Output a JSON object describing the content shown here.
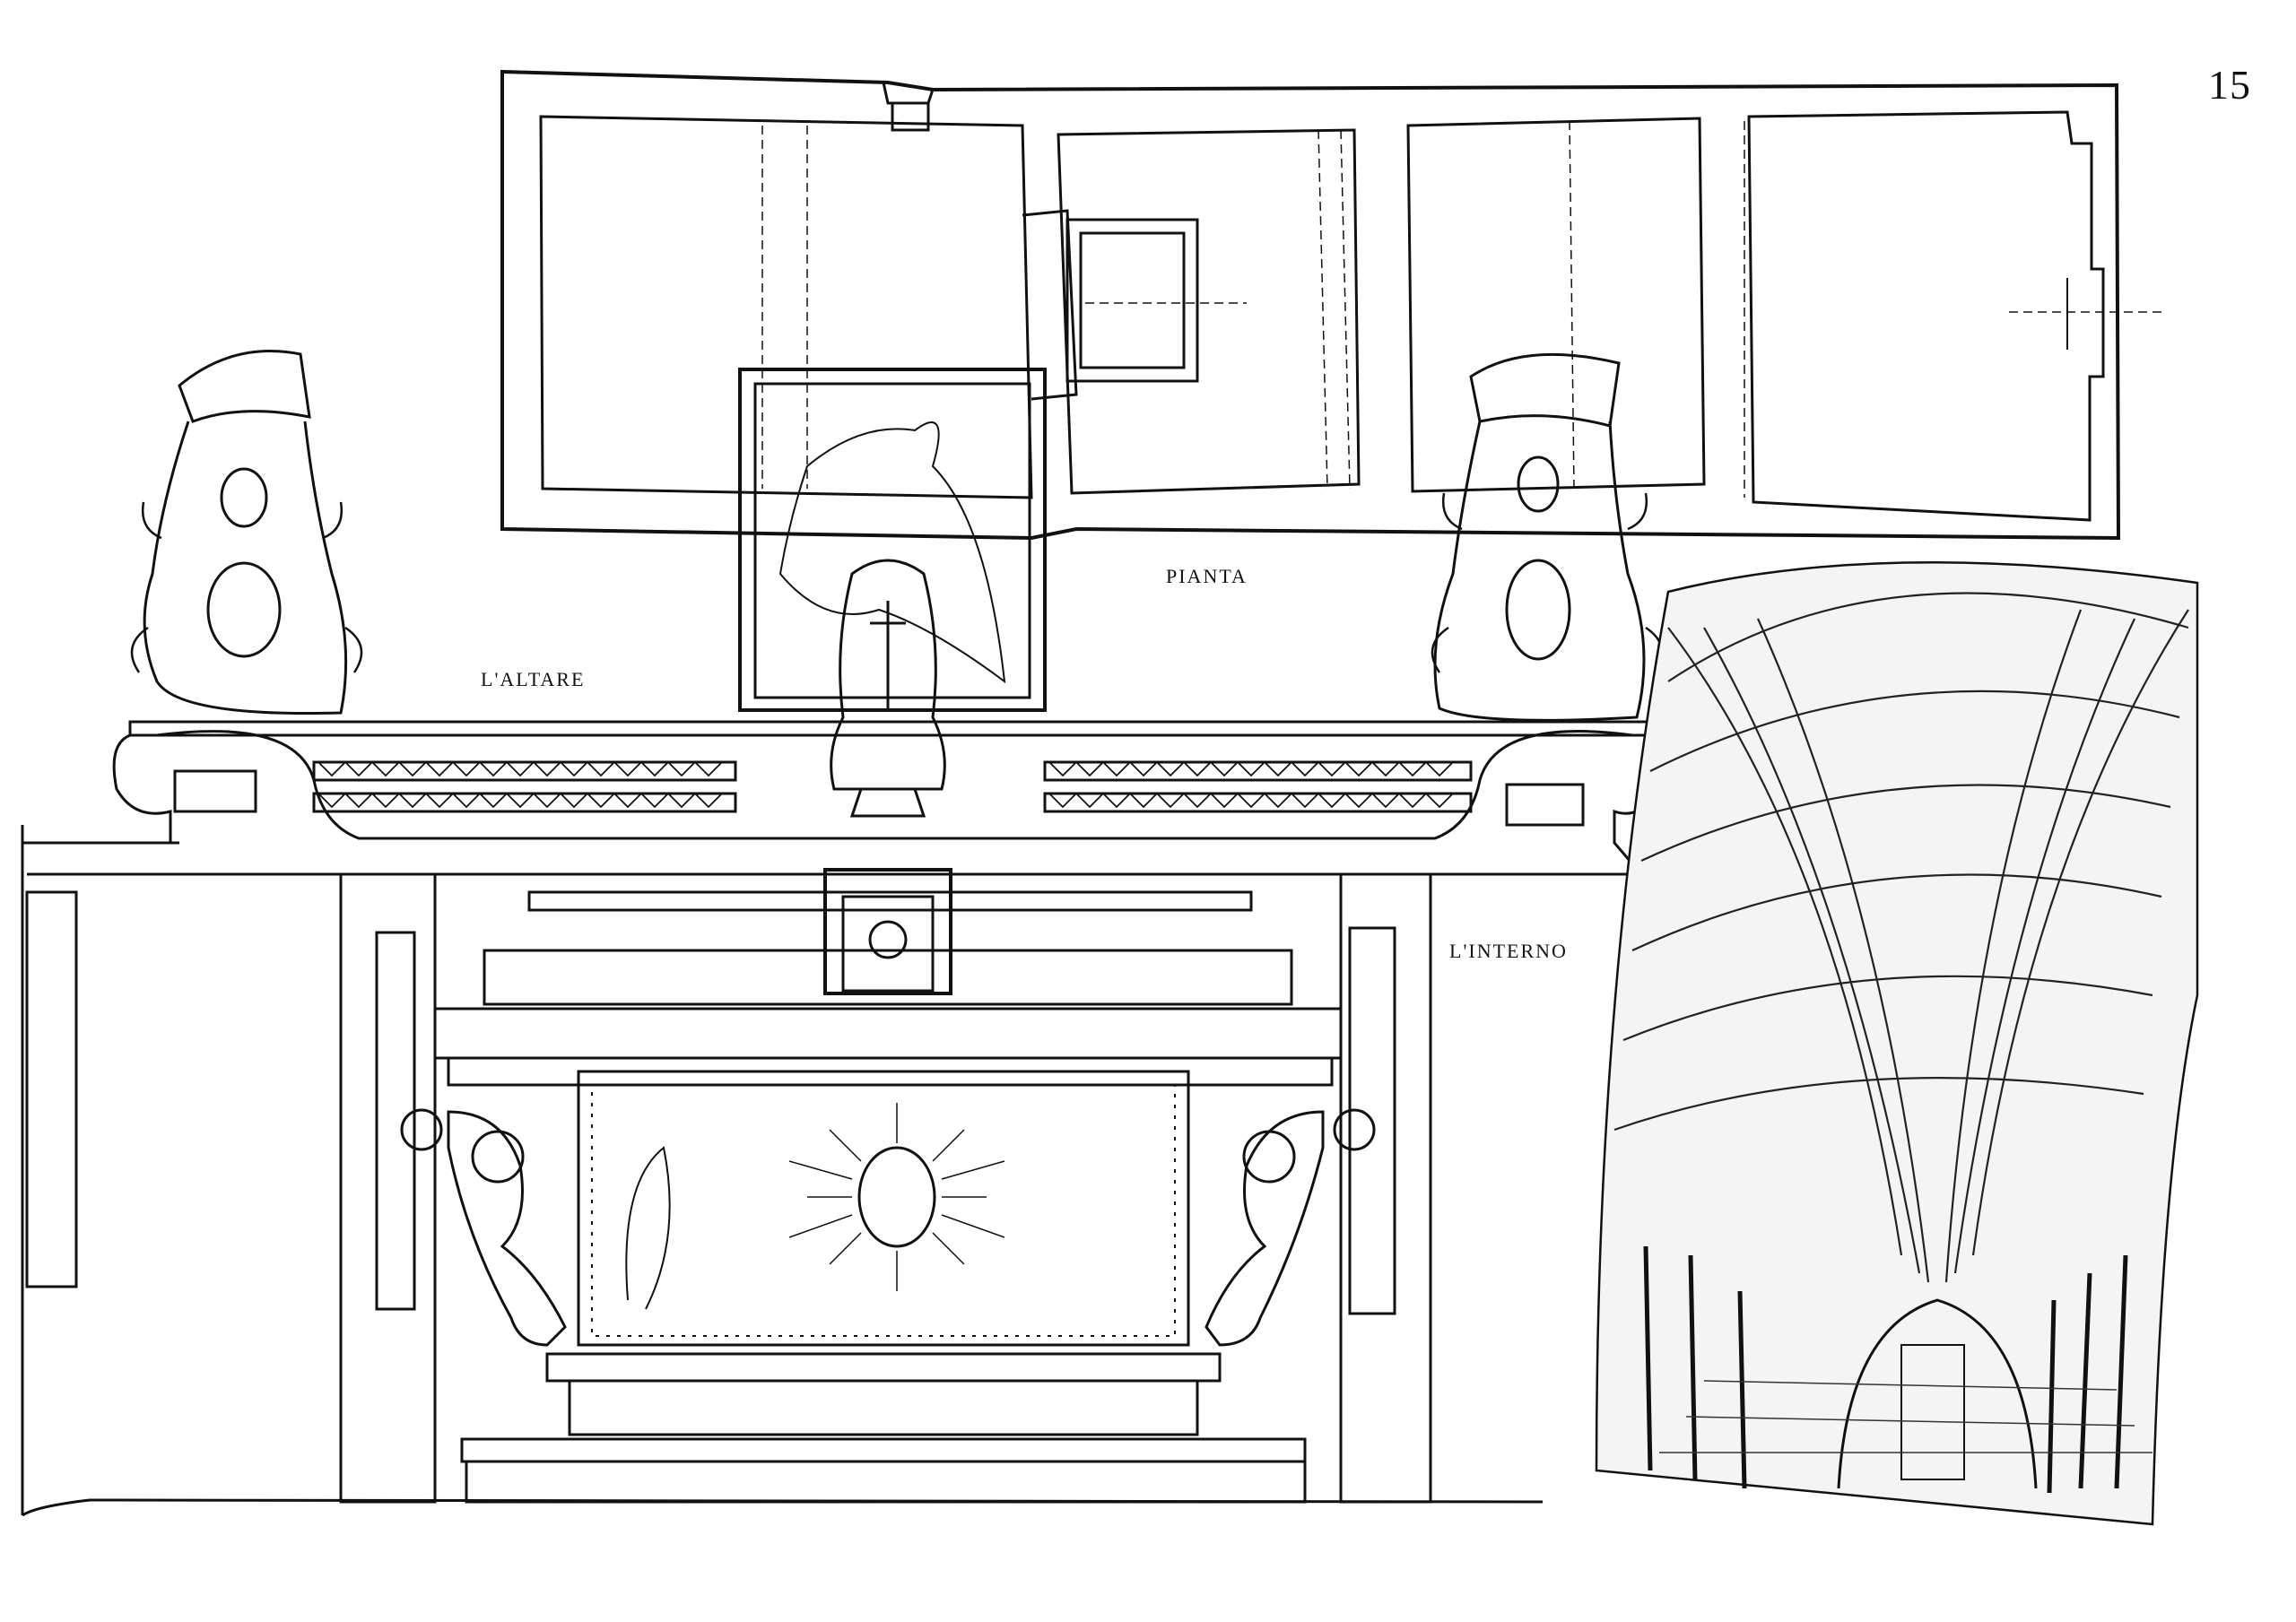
{
  "page": {
    "number": "15"
  },
  "captions": {
    "plan": "PIANTA",
    "altar": "L'ALTARE",
    "interior": "L'INTERNO"
  }
}
